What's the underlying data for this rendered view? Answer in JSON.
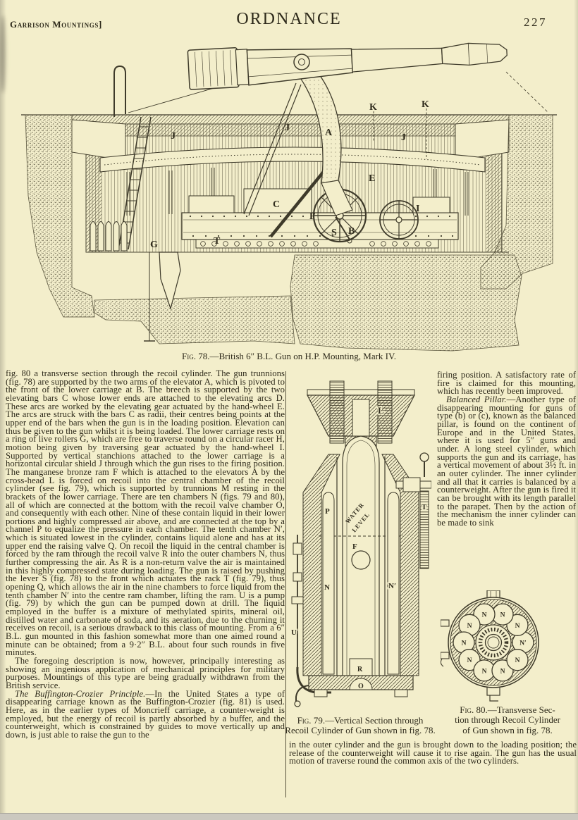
{
  "header": {
    "section": "Garrison Mountings]",
    "article": "ORDNANCE",
    "page_number": "227"
  },
  "fig78": {
    "caption_lines": [
      "Fig. 78.—British 6″ B.L. Gun on H.P. Mounting, Mark IV."
    ],
    "labels": {
      "k1": "K",
      "k2": "K",
      "j1": "J",
      "j2": "J",
      "j3": "J",
      "a": "A",
      "c": "C",
      "f": "F",
      "s": "S",
      "b": "B",
      "e": "E",
      "i": "I",
      "g": "G",
      "t": "T"
    }
  },
  "fig79": {
    "caption_lines": [
      "Fig. 79.—Vertical Section through",
      "Recoil Cylinder of Gun shown in fig. 78."
    ],
    "labels": {
      "l": "L",
      "p": "P",
      "t": "T",
      "f": "F",
      "n": "N",
      "n_prime": "N′",
      "u": "U",
      "r": "R",
      "o": "O",
      "water1": "WATER",
      "water2": "LEVEL"
    }
  },
  "fig80": {
    "caption_lines": [
      "Fig. 80.—Transverse Sec-",
      "tion through Recoil Cylinder",
      "of Gun shown in fig. 78."
    ],
    "chamber_label": "N",
    "chamber_label_prime": "N′"
  },
  "columns": {
    "left": [
      {
        "indent": false,
        "lead": "",
        "lead_italic": false,
        "text": "fig. 80 a transverse section through the recoil cylinder.  The gun trunnions (fig. 78) are supported by the two arms of the elevator A, which is pivoted to the front of the lower carriage at B.  The breech is supported by the two elevating bars C whose lower ends are attached to the elevating arcs D. These arcs are worked by the elevating gear actuated by the hand-wheel E.  The arcs are struck with the bars C as radii, their centres being points at the upper end of the bars when the gun is in the loading position.  Elevation can thus be given to the gun whilst it is being loaded.  The lower carriage rests on a ring of live rollers G, which are free to traverse round on a circular racer H, motion being given by traversing gear actuated by the hand-wheel I.  Supported by vertical stanchions attached to the lower carriage is a horizontal circular shield J through which the gun rises to the firing position.  The manganese bronze ram F which is attached to the elevators A by the cross-head L is forced on recoil into the central chamber of the recoil cylinder (see fig. 79), which is supported by trunnions M resting in the brackets of the lower carriage.  There are ten chambers N (figs. 79 and 80), all of which are connected at the bottom with the recoil valve chamber O, and consequently with each other.  Nine of these contain liquid in their lower portions and highly compressed air above, and are connected at the top by a channel P to equalize the pressure in each chamber.  The tenth chamber N′, which is situated lowest in the cylinder, contains liquid alone and has at its upper end the raising valve Q.  On recoil the liquid in the central chamber is forced by the ram through the recoil valve R into the outer chambers N, thus further compressing the air.  As R is a non-return valve the air is maintained in this highly compressed state during loading. The gun is raised by pushing the lever S (fig. 78) to the front which actuates the rack T (fig. 79), thus opening Q, which allows the air in the nine chambers to force liquid from the tenth chamber N′ into the centre ram chamber, lifting the ram.  U is a pump (fig. 79) by which the gun can be pumped down at drill.  The liquid employed in the buffer is a mixture of methylated spirits, mineral oil, distilled water and carbonate of soda, and its aeration, due to the churning it receives on recoil, is a serious drawback to this class of mounting. From a 6″ B.L. gun mounted in this fashion somewhat more than one aimed round a minute can be obtained; from a 9·2″ B.L. about four such rounds in five minutes."
      },
      {
        "indent": true,
        "lead": "",
        "lead_italic": false,
        "text": "The foregoing description is now, however, principally interesting as showing an ingenious application of mechanical principles for military purposes.  Mountings of this type are being gradually withdrawn from the British service."
      },
      {
        "indent": true,
        "lead": "The Buffington-Crozier Principle.",
        "lead_italic": true,
        "text": "—In the United States a type of disappearing carriage known as the Buffington-Crozier (fig. 81) is used.  Here, as in the earlier types of Moncrieff carriage, a counter-weight is employed, but the energy of recoil is partly absorbed by a buffer, and the counterweight, which is constrained by guides to move vertically up and down, is just able to raise the gun to the"
      }
    ],
    "right": [
      {
        "indent": false,
        "lead": "",
        "lead_italic": false,
        "text": "firing position.  A satisfactory rate of fire is claimed for this mounting, which has recently been improved."
      },
      {
        "indent": true,
        "lead": "Balanced Pillar.",
        "lead_italic": true,
        "text": "—Another type of disappearing mounting for guns of type (b) or (c), known as the balanced pillar, is found on the continent of Europe and in the United States, where it is used for 5″ guns and under.  A long steel cylinder, which supports the gun and its carriage, has a vertical movement of about 3½ ft. in an outer cylinder.  The inner cylinder and all that it carries is balanced by a counterweight.  After the gun is fired it can be brought with its length parallel to the parapet.  Then by the action of the mechanism the inner cylinder can be made to sink"
      }
    ],
    "bottom": [
      {
        "indent": false,
        "lead": "",
        "lead_italic": false,
        "text": "in the outer cylinder and the gun is brought down to the loading position; the release of the counterweight will cause it to rise again.  The gun has the usual motion of traverse round the common axis of the two cylinders."
      }
    ]
  },
  "colors": {
    "paper": "#f3eecb",
    "ink": "#2e2a1b",
    "engraving": "#3e3a2a"
  }
}
